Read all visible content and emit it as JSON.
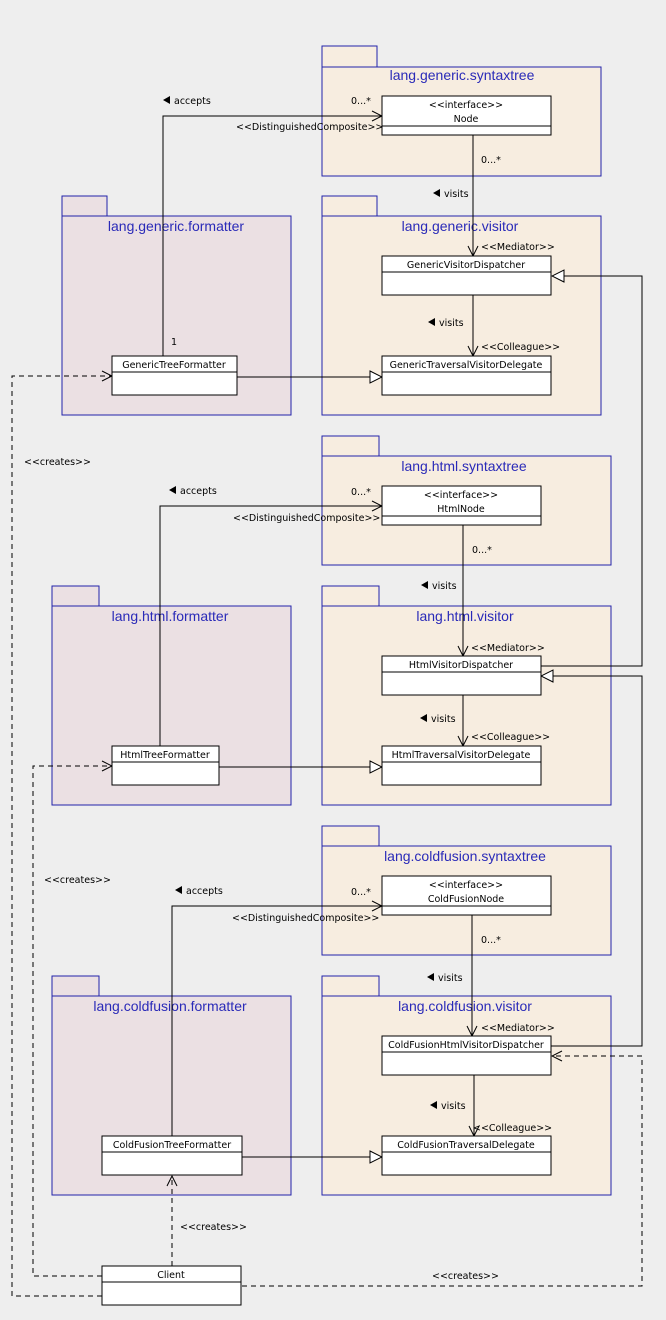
{
  "packages": {
    "generic_syntaxtree": "lang.generic.syntaxtree",
    "generic_formatter": "lang.generic.formatter",
    "generic_visitor": "lang.generic.visitor",
    "html_syntaxtree": "lang.html.syntaxtree",
    "html_formatter": "lang.html.formatter",
    "html_visitor": "lang.html.visitor",
    "coldfusion_syntaxtree": "lang.coldfusion.syntaxtree",
    "coldfusion_formatter": "lang.coldfusion.formatter",
    "coldfusion_visitor": "lang.coldfusion.visitor"
  },
  "classes": {
    "generic_node_stereotype": "<<interface>>",
    "generic_node": "Node",
    "generic_dispatcher": "GenericVisitorDispatcher",
    "generic_delegate": "GenericTraversalVisitorDelegate",
    "generic_formatter": "GenericTreeFormatter",
    "html_node_stereotype": "<<interface>>",
    "html_node": "HtmlNode",
    "html_dispatcher": "HtmlVisitorDispatcher",
    "html_delegate": "HtmlTraversalVisitorDelegate",
    "html_formatter": "HtmlTreeFormatter",
    "cf_node_stereotype": "<<interface>>",
    "cf_node": "ColdFusionNode",
    "cf_dispatcher": "ColdFusionHtmlVisitorDispatcher",
    "cf_delegate": "ColdFusionTraversalDelegate",
    "cf_formatter": "ColdFusionTreeFormatter",
    "client": "Client"
  },
  "labels": {
    "accepts": "accepts",
    "visits": "visits",
    "distinguished_composite": "<<DistinguishedComposite>>",
    "mediator": "<<Mediator>>",
    "colleague": "<<Colleague>>",
    "creates": "<<creates>>",
    "mult_many_source": "0...*",
    "mult_many_target": "0...*",
    "mult_one": "1"
  },
  "colors": {
    "background": "#eeeeee",
    "formatter_package_fill": "#ebe0e3",
    "other_package_fill": "#f7ede0",
    "package_border": "#2222aa",
    "package_title": "#2a2ab8",
    "line": "#000000"
  }
}
